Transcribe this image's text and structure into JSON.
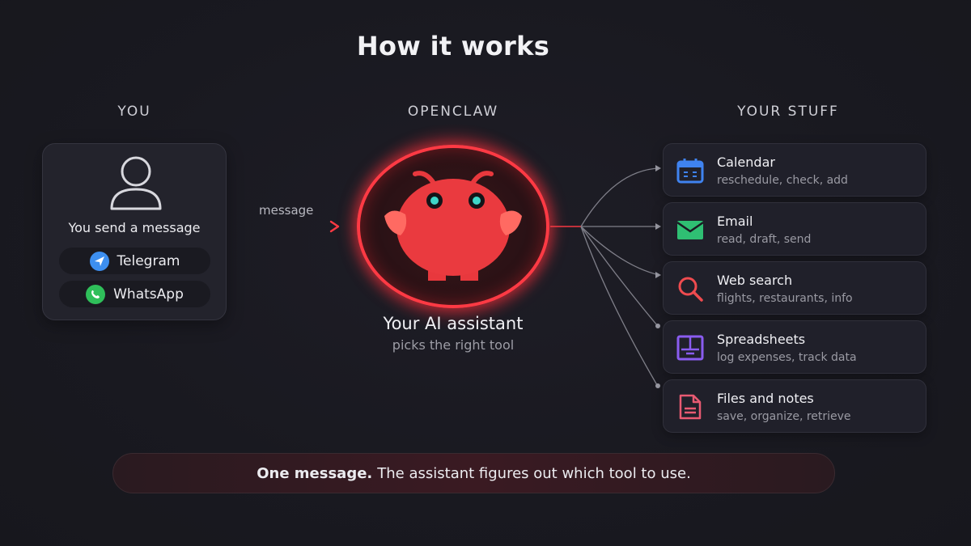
{
  "title": "How it works",
  "columns": {
    "you": "YOU",
    "openclaw": "OPENCLAW",
    "your_stuff": "YOUR STUFF"
  },
  "you_card": {
    "icon": "person-icon",
    "label": "You send a message",
    "channels": [
      {
        "name": "Telegram",
        "icon": "telegram-icon",
        "color": "#3d8ff0"
      },
      {
        "name": "WhatsApp",
        "icon": "whatsapp-icon",
        "color": "#2fbf5a"
      }
    ]
  },
  "connector": {
    "label": "message",
    "color": "#ff3a44"
  },
  "assistant": {
    "icon": "mascot-icon",
    "label": "Your AI assistant",
    "sublabel": "picks the right tool",
    "accent": "#ff3a44",
    "eye_color": "#3fd6c8"
  },
  "tools": [
    {
      "title": "Calendar",
      "subtitle": "reschedule, check, add",
      "icon": "calendar-icon",
      "color": "#3f83f0"
    },
    {
      "title": "Email",
      "subtitle": "read, draft, send",
      "icon": "email-icon",
      "color": "#2fbf73"
    },
    {
      "title": "Web search",
      "subtitle": "flights, restaurants, info",
      "icon": "search-icon",
      "color": "#ef4b4f"
    },
    {
      "title": "Spreadsheets",
      "subtitle": "log expenses, track data",
      "icon": "spreadsheet-icon",
      "color": "#8a5cf0"
    },
    {
      "title": "Files and notes",
      "subtitle": "save, organize, retrieve",
      "icon": "file-icon",
      "color": "#e85a72"
    }
  ],
  "banner": {
    "bold": "One message.",
    "text": "The assistant figures out which tool to use."
  }
}
